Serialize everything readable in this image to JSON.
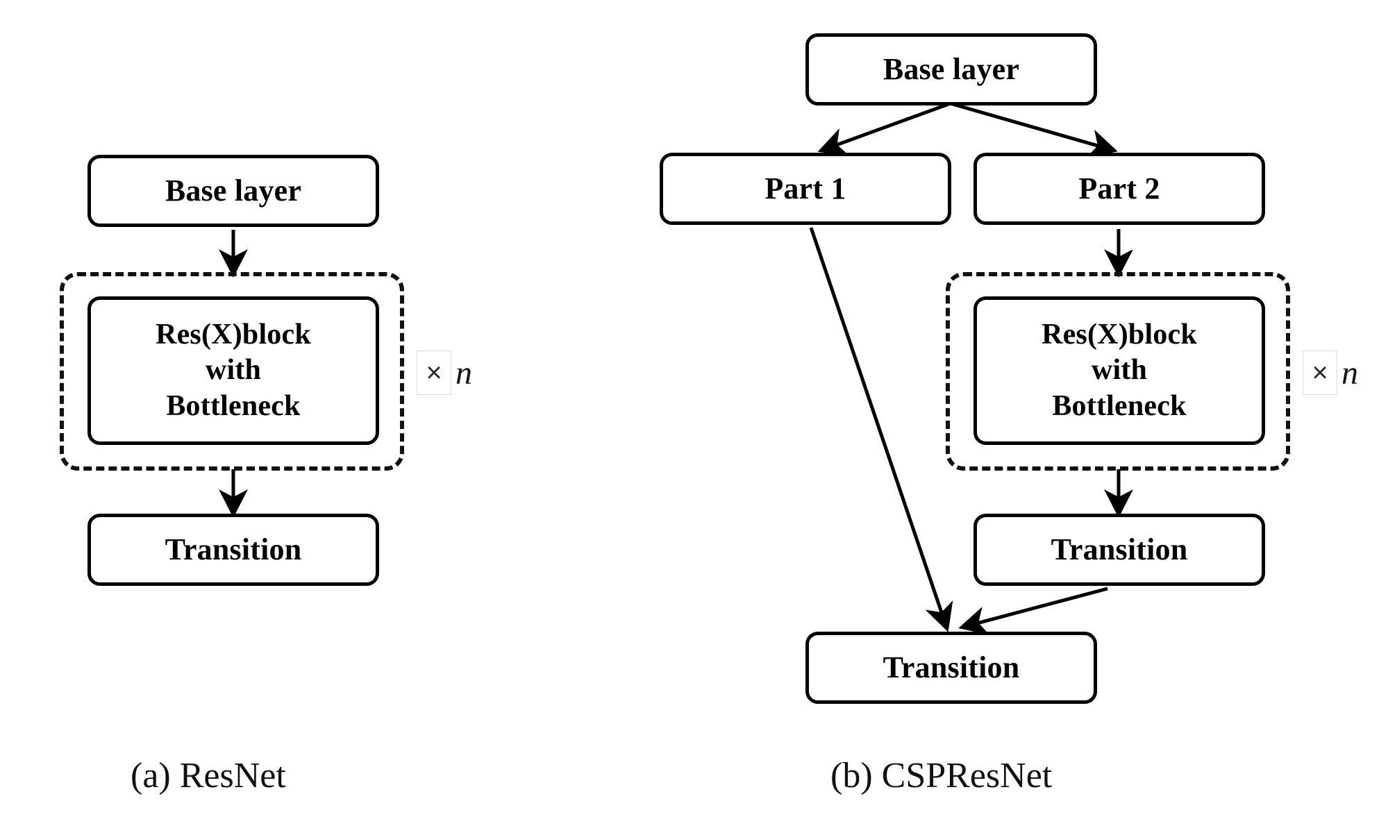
{
  "figure": {
    "background": "#ffffff",
    "stroke_color": "#000000",
    "panels": [
      {
        "id": "panel-a",
        "caption": "(a) ResNet",
        "nodes": [
          {
            "id": "a-base-layer",
            "label": "Base layer"
          },
          {
            "id": "a-resx-block",
            "label": "Res(X)block\nwith\nBottleneck"
          },
          {
            "id": "a-transition",
            "label": "Transition"
          }
        ],
        "multiplier": {
          "times": "×",
          "count": "n"
        },
        "edges": [
          {
            "from": "a-base-layer",
            "to": "a-resx-group",
            "style": "solid-arrow"
          },
          {
            "from": "a-resx-group",
            "to": "a-transition",
            "style": "solid-arrow"
          }
        ]
      },
      {
        "id": "panel-b",
        "caption": "(b) CSPResNet",
        "nodes": [
          {
            "id": "b-base-layer",
            "label": "Base layer"
          },
          {
            "id": "b-part-1",
            "label": "Part 1"
          },
          {
            "id": "b-part-2",
            "label": "Part 2"
          },
          {
            "id": "b-resx-block",
            "label": "Res(X)block\nwith\nBottleneck"
          },
          {
            "id": "b-transition-1",
            "label": "Transition"
          },
          {
            "id": "b-transition-2",
            "label": "Transition"
          }
        ],
        "multiplier": {
          "times": "×",
          "count": "n"
        },
        "edges": [
          {
            "from": "b-base-layer",
            "to": "b-part-1",
            "style": "solid-arrow"
          },
          {
            "from": "b-base-layer",
            "to": "b-part-2",
            "style": "solid-arrow"
          },
          {
            "from": "b-part-2",
            "to": "b-resx-group",
            "style": "solid-arrow"
          },
          {
            "from": "b-resx-group",
            "to": "b-transition-1",
            "style": "solid-arrow"
          },
          {
            "from": "b-transition-1",
            "to": "b-transition-2",
            "style": "solid-arrow"
          },
          {
            "from": "b-part-1",
            "to": "b-transition-2",
            "style": "solid-arrow"
          }
        ]
      }
    ]
  },
  "labels": {
    "base_layer": "Base layer",
    "resx_line1": "Res(X)block",
    "resx_line2": "with",
    "resx_line3": "Bottleneck",
    "transition": "Transition",
    "part1": "Part 1",
    "part2": "Part 2",
    "times": "×",
    "n": "n",
    "caption_a": "(a) ResNet",
    "caption_b": "(b) CSPResNet"
  }
}
